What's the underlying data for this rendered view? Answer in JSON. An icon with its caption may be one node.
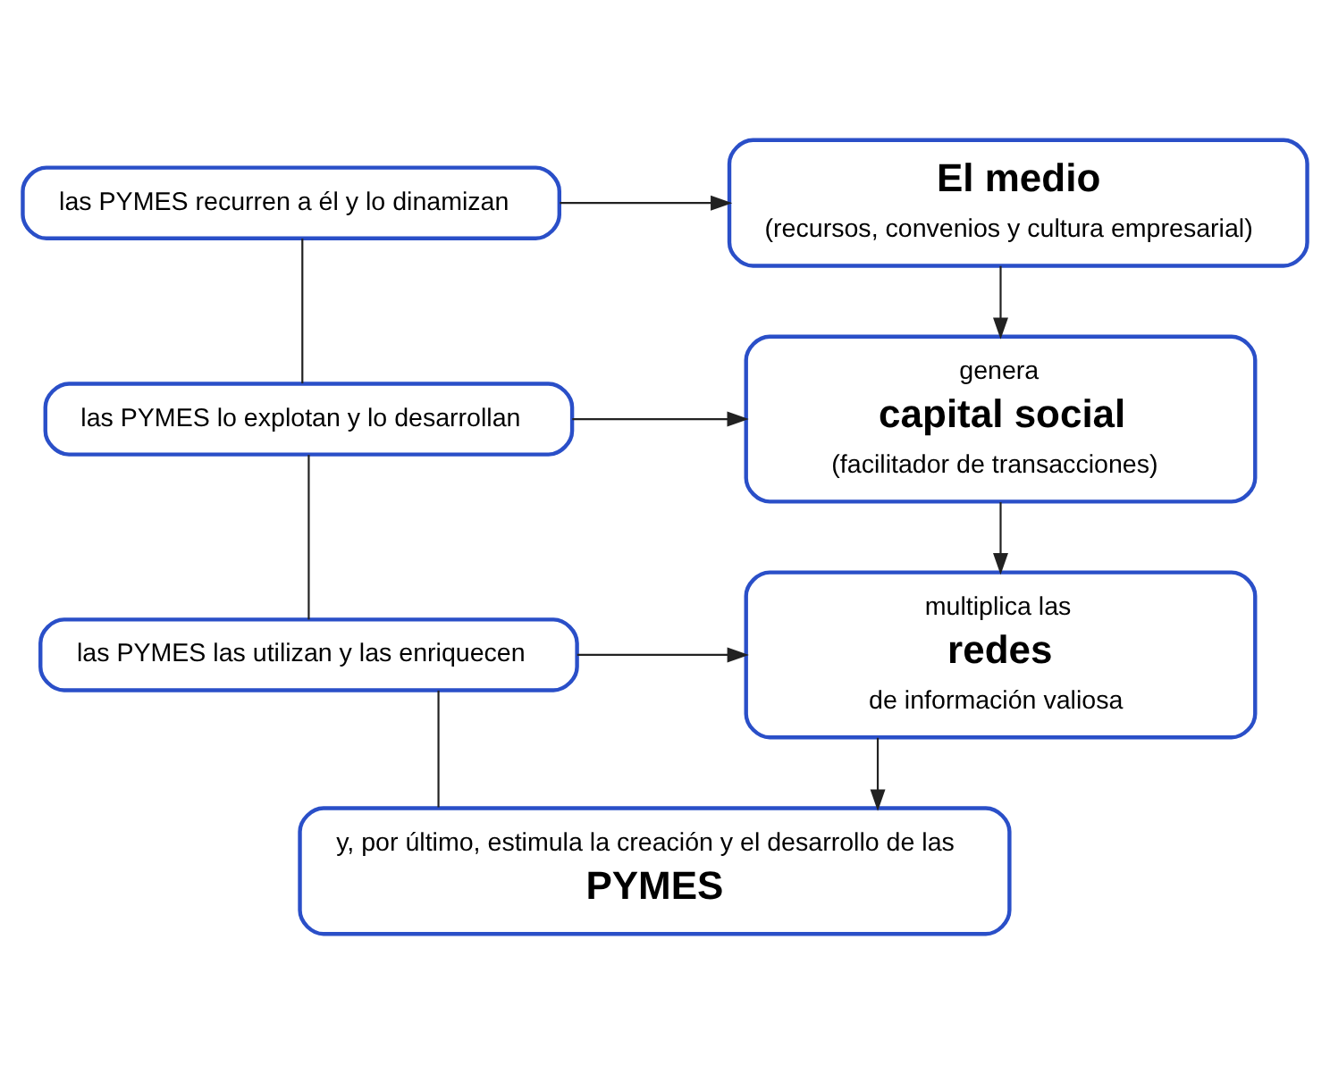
{
  "diagram": {
    "nodes": [
      {
        "text": [
          "El medio",
          "(recursos, convenios y cultura empresarial)"
        ]
      },
      {
        "text": [
          "las PYMES recurren a él y lo dinamizan"
        ]
      },
      {
        "text": [
          "genera",
          "capital social",
          "(facilitador de transacciones)"
        ]
      },
      {
        "text": [
          "las PYMES lo explotan y lo desarrollan"
        ]
      },
      {
        "text": [
          "multiplica las",
          "redes",
          "de información valiosa"
        ]
      },
      {
        "text": [
          "las PYMES las utilizan y las enriquecen"
        ]
      },
      {
        "text": [
          "y, por último, estimula la creación y el desarrollo de las",
          "PYMES"
        ]
      }
    ],
    "edges": [
      {
        "from": 1,
        "to": 0,
        "arrow": "to"
      },
      {
        "from": 0,
        "to": 2,
        "arrow": "to"
      },
      {
        "from": 3,
        "to": 2,
        "arrow": "to"
      },
      {
        "from": 1,
        "to": 3,
        "arrow": "none"
      },
      {
        "from": 2,
        "to": 4,
        "arrow": "to"
      },
      {
        "from": 5,
        "to": 4,
        "arrow": "to"
      },
      {
        "from": 3,
        "to": 5,
        "arrow": "none"
      },
      {
        "from": 4,
        "to": 6,
        "arrow": "to"
      },
      {
        "from": 5,
        "to": 6,
        "arrow": "none"
      }
    ]
  }
}
